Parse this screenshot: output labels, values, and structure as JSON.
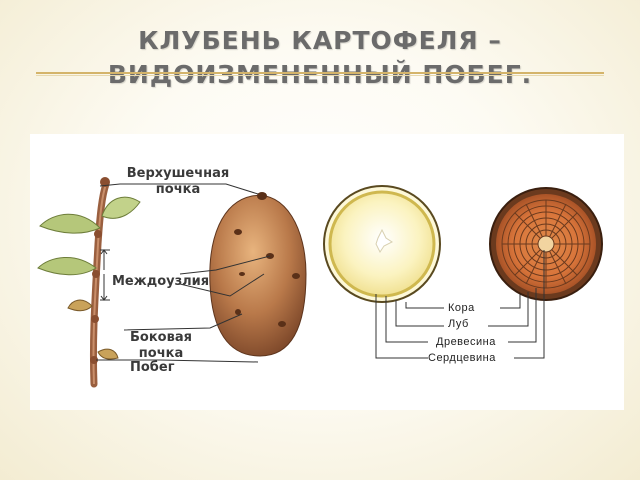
{
  "slide": {
    "title": "КЛУБЕНЬ КАРТОФЕЛЯ – ВИДОИЗМЕНЕННЫЙ ПОБЕГ."
  },
  "figure": {
    "labels": {
      "apical_bud": "Верхушечная почка",
      "internode": "Междоузлия",
      "lateral_bud": "Боковая почка",
      "shoot": "Побег"
    },
    "stem_section_labels": {
      "bark": "Кора",
      "bast": "Луб",
      "wood": "Древесина",
      "pith": "Сердцевина"
    }
  },
  "colors": {
    "title": "#6b6b6b",
    "accent_rule": "#d4b46a",
    "tuber": "#b9794a",
    "leaf": "#b5c77a",
    "stem": "#9a5f3f"
  }
}
